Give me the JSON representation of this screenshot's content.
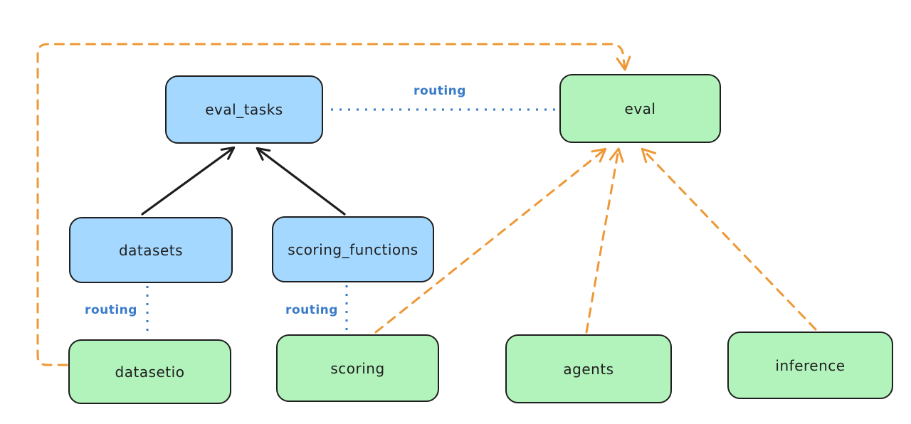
{
  "diagram": {
    "background": "#ffffff",
    "colors": {
      "blue_node_fill": "#a5d8ff",
      "green_node_fill": "#b2f2bb",
      "node_border": "#1e1e1e",
      "solid_arrow_black": "#1e1e1e",
      "dashed_arrow_orange": "#ee9836",
      "dotted_line_blue": "#3a7bc8",
      "routing_label_blue": "#3a7bc8"
    },
    "nodes": {
      "eval_tasks": {
        "label": "eval_tasks",
        "color": "#a5d8ff"
      },
      "eval": {
        "label": "eval",
        "color": "#b2f2bb"
      },
      "datasets": {
        "label": "datasets",
        "color": "#a5d8ff"
      },
      "scoring_functions": {
        "label": "scoring_functions",
        "color": "#a5d8ff"
      },
      "datasetio": {
        "label": "datasetio",
        "color": "#b2f2bb"
      },
      "scoring": {
        "label": "scoring",
        "color": "#b2f2bb"
      },
      "agents": {
        "label": "agents",
        "color": "#b2f2bb"
      },
      "inference": {
        "label": "inference",
        "color": "#b2f2bb"
      }
    },
    "edge_labels": {
      "eval_tasks_to_eval": "routing",
      "datasets_to_datasetio": "routing",
      "scoring_functions_to_scoring": "routing"
    },
    "edges": [
      {
        "from": "datasets",
        "to": "eval_tasks",
        "style": "solid",
        "color": "#1e1e1e",
        "arrow": true
      },
      {
        "from": "scoring_functions",
        "to": "eval_tasks",
        "style": "solid",
        "color": "#1e1e1e",
        "arrow": true
      },
      {
        "from": "eval_tasks",
        "to": "eval",
        "style": "dotted",
        "color": "#3a7bc8",
        "arrow": false,
        "label": "routing"
      },
      {
        "from": "datasets",
        "to": "datasetio",
        "style": "dotted",
        "color": "#3a7bc8",
        "arrow": false,
        "label": "routing"
      },
      {
        "from": "scoring_functions",
        "to": "scoring",
        "style": "dotted",
        "color": "#3a7bc8",
        "arrow": false,
        "label": "routing"
      },
      {
        "from": "datasetio",
        "to": "eval",
        "style": "dashed",
        "color": "#ee9836",
        "arrow": true
      },
      {
        "from": "scoring",
        "to": "eval",
        "style": "dashed",
        "color": "#ee9836",
        "arrow": true
      },
      {
        "from": "agents",
        "to": "eval",
        "style": "dashed",
        "color": "#ee9836",
        "arrow": true
      },
      {
        "from": "inference",
        "to": "eval",
        "style": "dashed",
        "color": "#ee9836",
        "arrow": true
      }
    ]
  }
}
